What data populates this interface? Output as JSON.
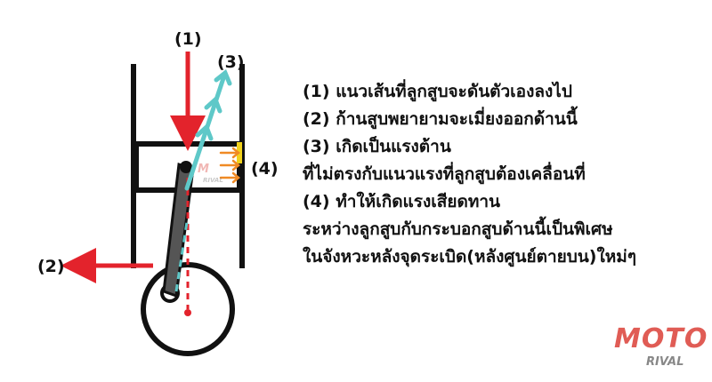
{
  "diagram": {
    "labels": {
      "m1": "(1)",
      "m2": "(2)",
      "m3": "(3)",
      "m4": "(4)"
    },
    "watermark": {
      "brand": "MOTO",
      "sub": "RIVAL"
    },
    "colors": {
      "outline": "#111111",
      "force_down": "#e3232c",
      "push_out": "#e3232c",
      "resultant": "#5ec8c8",
      "friction": "#f08a24",
      "contact": "#f2d21b",
      "accent_logo": "#d9342b"
    }
  },
  "text": {
    "lines": [
      "(1) แนวเส้นที่ลูกสูบจะดันตัวเองลงไป",
      "(2) ก้านสูบพยายามจะเมี่ยงออกด้านนี้",
      "(3) เกิดเป็นแรงต้าน",
      "ที่ไม่ตรงกับแนวแรงที่ลูกสูบต้องเคลื่อนที่",
      "(4) ทำให้เกิดแรงเสียดทาน",
      "ระหว่างลูกสูบกับกระบอกสูบด้านนี้เป็นพิเศษ",
      "ในจังหวะหลังจุดระเบิด(หลังศูนย์ตายบน)ใหม่ๆ"
    ]
  }
}
